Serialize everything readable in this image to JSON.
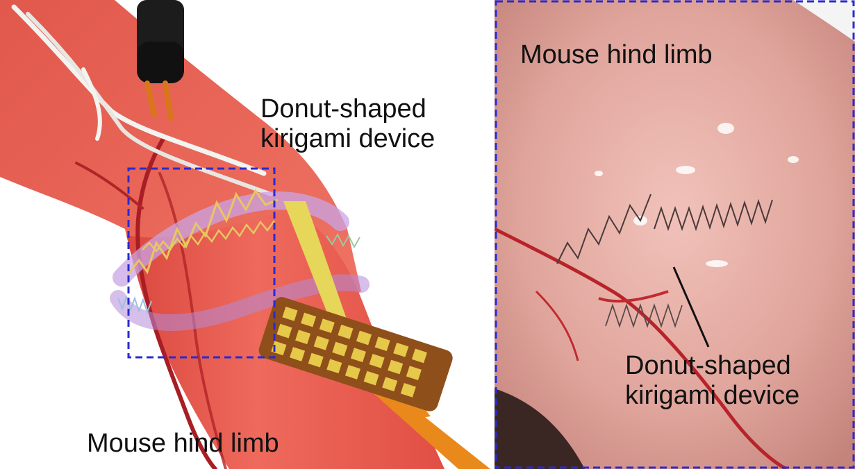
{
  "left_panel": {
    "label_device_line1": "Donut-shaped",
    "label_device_line2": "kirigami device",
    "label_limb": "Mouse hind limb",
    "inset_box_color": "#2a2ad0"
  },
  "right_panel": {
    "label_limb": "Mouse hind limb",
    "label_device_line1": "Donut-shaped",
    "label_device_line2": "kirigami device",
    "frame_color": "#2a2ad0"
  },
  "colors": {
    "muscle": "#e8574a",
    "vessel": "#b8232a",
    "electrode_gold": "#e8cf55",
    "pad_brown": "#a85a1e",
    "tissue": "#dc9d95"
  }
}
